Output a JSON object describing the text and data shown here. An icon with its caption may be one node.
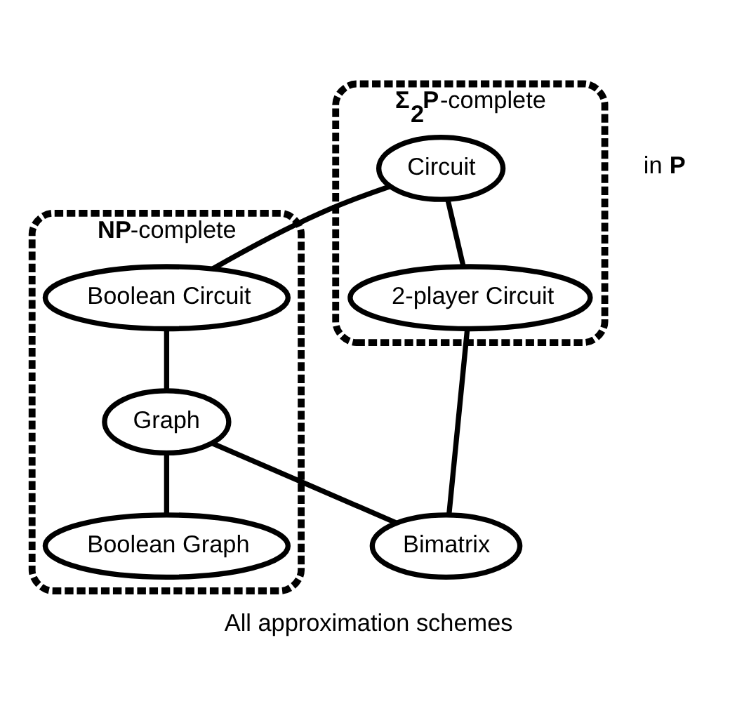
{
  "diagram": {
    "caption": "All approximation schemes",
    "nodes": [
      {
        "text": [
          "**Σ$_{2}$P**-complete"
        ]
      },
      {
        "text": [
          "Circuit"
        ],
        "in": 0
      },
      {
        "text": [
          "2-player Circuit"
        ],
        "in": 0
      },
      {
        "text": [
          "**NP**-complete"
        ]
      },
      {
        "text": [
          "Boolean Circuit"
        ],
        "in": 3
      },
      {
        "text": [
          "Graph"
        ],
        "in": 3
      },
      {
        "text": [
          "Boolean Graph"
        ],
        "in": 3
      },
      {
        "text": [
          "Bimatrix"
        ]
      }
    ],
    "edges": [
      {
        "from": 1,
        "to": 2,
        "arrow": "none"
      },
      {
        "from": 1,
        "to": 4,
        "arrow": "none"
      },
      {
        "from": 2,
        "to": 7,
        "arrow": "none"
      },
      {
        "from": 4,
        "to": 5,
        "arrow": "none"
      },
      {
        "from": 5,
        "to": 7,
        "arrow": "none"
      },
      {
        "from": 5,
        "to": 6,
        "arrow": "none"
      }
    ],
    "labels": [
      "in **P**"
    ]
  }
}
